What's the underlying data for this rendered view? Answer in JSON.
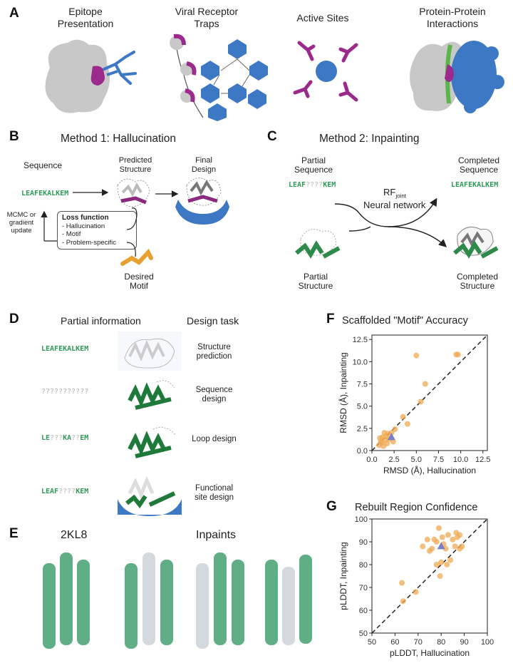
{
  "panel_labels": {
    "a": "A",
    "b": "B",
    "c": "C",
    "d": "D",
    "e": "E",
    "f": "F",
    "g": "G"
  },
  "panel_a": {
    "captions": [
      "Epitope\nPresentation",
      "Viral Receptor\nTraps",
      "Active Sites",
      "Protein-Protein\nInteractions"
    ],
    "colors": {
      "grey": "#c8c8c8",
      "purple": "#9b2a8c",
      "blue": "#3d78c4",
      "green": "#5cb54a"
    }
  },
  "panel_b": {
    "title": "Method 1: Hallucination",
    "sequence_label": "Sequence",
    "sequence": "LEAFEKALKEM",
    "predicted_label": "Predicted\nStructure",
    "final_label": "Final\nDesign",
    "mcmc_label": "MCMC or\ngradient\nupdate",
    "loss_title": "Loss function",
    "loss_items": [
      "- Hallucination",
      "- Motif",
      "- Problem-specific"
    ],
    "motif_label": "Desired\nMotif"
  },
  "panel_c": {
    "title": "Method 2: Inpainting",
    "partial_seq_label": "Partial\nSequence",
    "partial_seq_a": "LEAF",
    "partial_seq_gap": "????",
    "partial_seq_b": "KEM",
    "completed_seq_label": "Completed\nSequence",
    "completed_seq": "LEAFEKALKEM",
    "rf_label": "RF",
    "rf_sub": "joint",
    "nn_label": "Neural network",
    "partial_struct_label": "Partial\nStructure",
    "completed_struct_label": "Completed\nStructure"
  },
  "panel_d": {
    "header_left": "Partial information",
    "header_right": "Design task",
    "rows": [
      {
        "parts": [
          [
            "LEAFEKALKEM",
            "g"
          ]
        ],
        "task": "Structure\nprediction"
      },
      {
        "parts": [
          [
            "???????????",
            "q"
          ]
        ],
        "task": "Sequence\ndesign"
      },
      {
        "parts": [
          [
            "LE",
            "g"
          ],
          [
            "???",
            "q"
          ],
          [
            "KA",
            "g"
          ],
          [
            "??",
            "q"
          ],
          [
            "EM",
            "g"
          ]
        ],
        "task": "Loop design"
      },
      {
        "parts": [
          [
            "LEAF",
            "g"
          ],
          [
            "????",
            "q"
          ],
          [
            "KEM",
            "g"
          ]
        ],
        "task": "Functional\nsite design"
      }
    ]
  },
  "panel_e": {
    "label_left": "2KL8",
    "label_right": "Inpaints"
  },
  "chart_data": [
    {
      "type": "scatter",
      "title": "Scaffolded \"Motif\" Accuracy",
      "xlabel": "RMSD (Å), Hallucination",
      "ylabel": "RMSD (Å), Inpainting",
      "xlim": [
        0,
        13
      ],
      "ylim": [
        0,
        13
      ],
      "xticks": [
        0.0,
        2.5,
        5.0,
        7.5,
        10.0,
        12.5
      ],
      "yticks": [
        0.0,
        2.5,
        5.0,
        7.5,
        10.0,
        12.5
      ],
      "tick_labels": [
        "0.0",
        "2.5",
        "5.0",
        "7.5",
        "10.0",
        "12.5"
      ],
      "reference_line": "y = x (dashed)",
      "points": [
        [
          0.8,
          0.6
        ],
        [
          1.0,
          1.0
        ],
        [
          1.1,
          0.9
        ],
        [
          1.2,
          1.5
        ],
        [
          1.4,
          2.0
        ],
        [
          1.5,
          1.2
        ],
        [
          1.6,
          1.6
        ],
        [
          1.7,
          0.8
        ],
        [
          1.8,
          1.9
        ],
        [
          2.0,
          1.3
        ],
        [
          2.2,
          2.0
        ],
        [
          2.4,
          1.0
        ],
        [
          2.6,
          2.4
        ],
        [
          1.3,
          0.5
        ],
        [
          0.9,
          1.4
        ],
        [
          3.5,
          3.8
        ],
        [
          4.0,
          3.0
        ],
        [
          5.0,
          10.7
        ],
        [
          5.5,
          5.5
        ],
        [
          6.0,
          7.5
        ],
        [
          9.5,
          10.8
        ],
        [
          9.7,
          10.8
        ]
      ],
      "mean_point": [
        2.2,
        1.5
      ],
      "colors": {
        "points": "#f0a850",
        "mean": "#7a7fc4",
        "line": "#222222"
      }
    },
    {
      "type": "scatter",
      "title": "Rebuilt Region Confidence",
      "xlabel": "pLDDT, Hallucination",
      "ylabel": "pLDDT, Inpainting",
      "xlim": [
        50,
        100
      ],
      "ylim": [
        50,
        100
      ],
      "xticks": [
        50,
        60,
        70,
        80,
        90,
        100
      ],
      "yticks": [
        50,
        60,
        70,
        80,
        90,
        100
      ],
      "tick_labels": [
        "50",
        "60",
        "70",
        "80",
        "90",
        "100"
      ],
      "reference_line": "y = x (dashed)",
      "points": [
        [
          63,
          72
        ],
        [
          63.5,
          64
        ],
        [
          69,
          68
        ],
        [
          72,
          88
        ],
        [
          74,
          91
        ],
        [
          75,
          86
        ],
        [
          76,
          87
        ],
        [
          77,
          91
        ],
        [
          78,
          90
        ],
        [
          79,
          96
        ],
        [
          79.5,
          75
        ],
        [
          80,
          81
        ],
        [
          80.5,
          92
        ],
        [
          81,
          89
        ],
        [
          82,
          87
        ],
        [
          82.5,
          80
        ],
        [
          83,
          93
        ],
        [
          84,
          82
        ],
        [
          85,
          91
        ],
        [
          86,
          88
        ],
        [
          86.5,
          94
        ],
        [
          87,
          92
        ],
        [
          88,
          93
        ],
        [
          89,
          88
        ],
        [
          88,
          87
        ],
        [
          78,
          80
        ]
      ],
      "mean_point": [
        80,
        88
      ],
      "colors": {
        "points": "#f0a850",
        "mean": "#7a7fc4",
        "line": "#222222"
      }
    }
  ]
}
